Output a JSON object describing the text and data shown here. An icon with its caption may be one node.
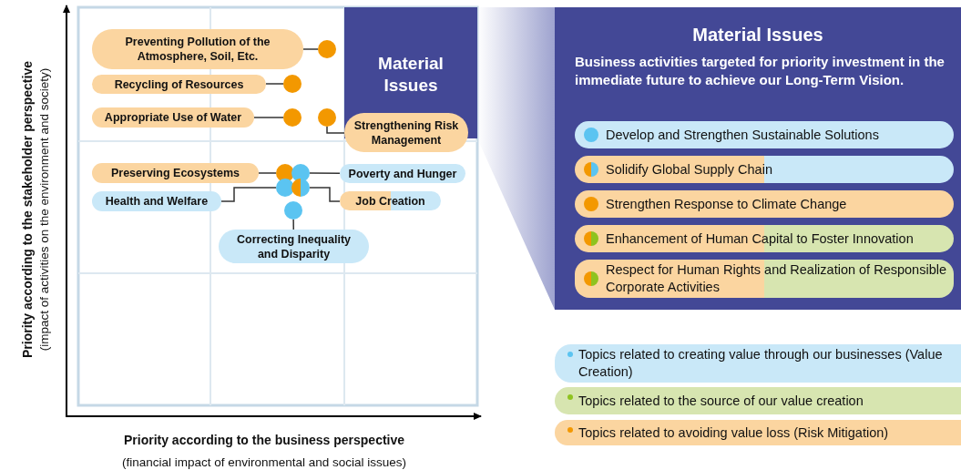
{
  "diagram": {
    "nodes": [
      {
        "text": [
          "Material Issues"
        ]
      },
      {
        "text": [
          "Preventing Pollution of the Atmosphere, Soil, Etc."
        ]
      },
      {
        "text": [],
        "shape": "circle"
      },
      {
        "text": [
          "Recycling of Resources"
        ]
      },
      {
        "text": [],
        "shape": "circle"
      },
      {
        "text": [
          "Appropriate Use of Water"
        ]
      },
      {
        "text": [],
        "shape": "circle"
      },
      {
        "text": [],
        "shape": "circle"
      },
      {
        "text": [
          "Strengthening Risk Management"
        ]
      },
      {
        "text": [
          "Preserving Ecosystems"
        ]
      },
      {
        "text": [],
        "shape": "circle"
      },
      {
        "text": [],
        "shape": "circle"
      },
      {
        "text": [
          "Poverty and Hunger"
        ]
      },
      {
        "text": [
          "Health and Welfare"
        ]
      },
      {
        "text": [],
        "shape": "circle"
      },
      {
        "text": [],
        "shape": "circle"
      },
      {
        "text": [
          "Job Creation"
        ]
      },
      {
        "text": [],
        "shape": "circle"
      },
      {
        "text": [
          "Correcting Inequality and Disparity"
        ]
      },
      {
        "text": [
          "Material Issues",
          "Business activities targeted for priority investment in the immediate future to achieve our Long-Term Vision."
        ]
      },
      {
        "text": [
          "Develop and Strengthen Sustainable Solutions"
        ],
        "in": 19
      },
      {
        "text": [
          "Solidify Global Supply Chain"
        ],
        "in": 19
      },
      {
        "text": [
          "Strengthen Response to Climate Change"
        ],
        "in": 19
      },
      {
        "text": [
          "Enhancement of Human Capital to Foster Innovation"
        ],
        "in": 19
      },
      {
        "text": [
          "Respect for Human Rights and Realization of Responsible Corporate Activities"
        ],
        "in": 19
      }
    ],
    "edges": [
      {
        "from": 1,
        "to": 2,
        "arrow": "none"
      },
      {
        "from": 3,
        "to": 4,
        "arrow": "none"
      },
      {
        "from": 5,
        "to": 6,
        "arrow": "none"
      },
      {
        "from": 8,
        "to": 7,
        "arrow": "none"
      },
      {
        "from": 9,
        "to": 10,
        "arrow": "none"
      },
      {
        "from": 12,
        "to": 11,
        "arrow": "none"
      },
      {
        "from": 13,
        "to": 14,
        "arrow": "none"
      },
      {
        "from": 16,
        "to": 15,
        "arrow": "none"
      },
      {
        "from": 18,
        "to": 17,
        "arrow": "none"
      }
    ],
    "labels": [
      "Priority according to the stakeholder perspective",
      "(impact of activities on the environment and society)",
      "Priority according to the business perspective",
      "(financial impact of environmental and social issues)"
    ],
    "legend": [
      {
        "text": "Topics related to creating value through our businesses (Value Creation)",
        "color": "#5bc4f1"
      },
      {
        "text": "Topics related to the source of our value creation",
        "color": "#8fc31f"
      },
      {
        "text": "Topics related to avoiding value loss (Risk Mitigation)",
        "color": "#f39800"
      }
    ]
  }
}
